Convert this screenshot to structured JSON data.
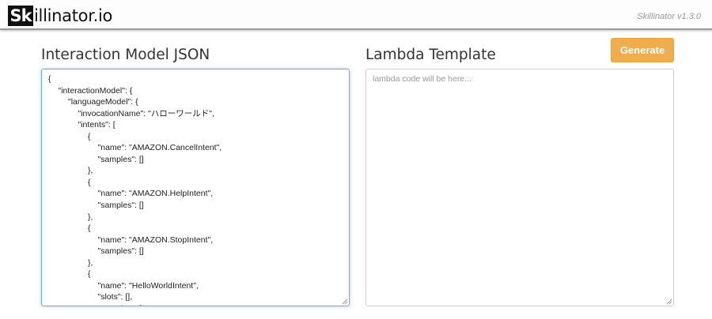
{
  "header": {
    "logo_mark": "Sk",
    "logo_rest": "illinator.io",
    "version": "Skillinator v1.3.0"
  },
  "left_panel": {
    "title": "Interaction Model JSON",
    "code_lines": [
      {
        "indent": 0,
        "text": "{"
      },
      {
        "indent": 1,
        "text": "\"interactionModel\": {"
      },
      {
        "indent": 2,
        "text": "\"languageModel\": {"
      },
      {
        "indent": 3,
        "text": "\"invocationName\": \"ハローワールド\","
      },
      {
        "indent": 3,
        "text": "\"intents\": ["
      },
      {
        "indent": 4,
        "text": "{"
      },
      {
        "indent": 5,
        "text": "\"name\": \"AMAZON.CancelIntent\","
      },
      {
        "indent": 5,
        "text": "\"samples\": []"
      },
      {
        "indent": 4,
        "text": "},"
      },
      {
        "indent": 4,
        "text": "{"
      },
      {
        "indent": 5,
        "text": "\"name\": \"AMAZON.HelpIntent\","
      },
      {
        "indent": 5,
        "text": "\"samples\": []"
      },
      {
        "indent": 4,
        "text": "},"
      },
      {
        "indent": 4,
        "text": "{"
      },
      {
        "indent": 5,
        "text": "\"name\": \"AMAZON.StopIntent\","
      },
      {
        "indent": 5,
        "text": "\"samples\": []"
      },
      {
        "indent": 4,
        "text": "},"
      },
      {
        "indent": 4,
        "text": "{"
      },
      {
        "indent": 5,
        "text": "\"name\": \"HelloWorldIntent\","
      },
      {
        "indent": 5,
        "text": "\"slots\": [],"
      },
      {
        "indent": 5,
        "text": "\"samples\": ["
      }
    ]
  },
  "right_panel": {
    "title": "Lambda Template",
    "placeholder": "lambda code will be here..."
  },
  "actions": {
    "generate_label": "Generate"
  },
  "colors": {
    "generate_button": "#f0ad4e",
    "focus_border": "#66afe9"
  }
}
